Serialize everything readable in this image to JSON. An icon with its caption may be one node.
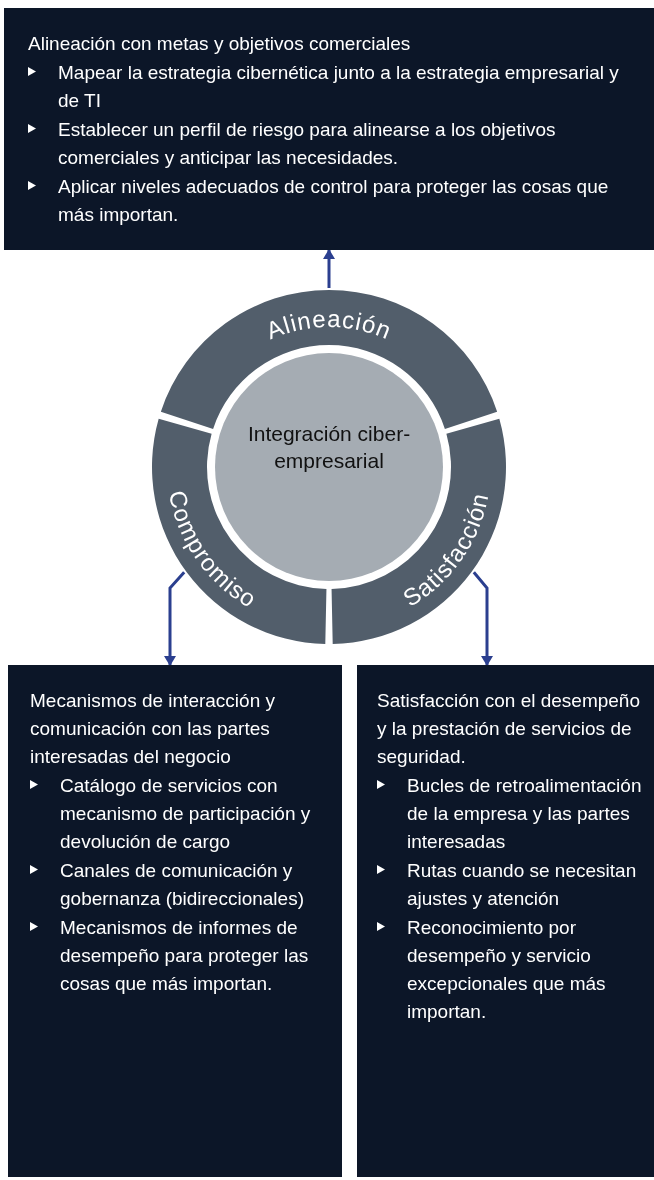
{
  "diagram": {
    "nodes": [
      {
        "text": [
          "Alineación con metas y objetivos comerciales",
          "Mapear la estrategia cibernética junto a la estrategia empresarial y de TI",
          "Establecer un perfil de riesgo para alinearse a los objetivos comerciales y anticipar las necesidades.",
          "Aplicar niveles adecuados de control para proteger las cosas que más importan."
        ]
      },
      {
        "text": [
          "Alineación"
        ]
      },
      {
        "text": [
          "Compromiso"
        ]
      },
      {
        "text": [
          "Satisfacción"
        ]
      },
      {
        "text": [
          "Integración ciber-empresarial"
        ]
      },
      {
        "text": [
          "Mecanismos de interacción y comunicación con las partes interesadas del negocio",
          "Catálogo de servicios con mecanismo de participación y devolución de cargo",
          "Canales de comunicación y gobernanza (bidireccionales)",
          "Mecanismos de informes de desempeño para proteger las cosas que más importan."
        ]
      },
      {
        "text": [
          "Satisfacción con el desempeño y la prestación de servicios de seguridad.",
          "Bucles de retroalimentación de la empresa y las partes interesadas",
          "Rutas cuando se necesitan ajustes y atención",
          "Reconocimiento por desempeño y servicio excepcionales que más importan."
        ]
      }
    ],
    "edges": [
      {
        "from": 1,
        "to": 0,
        "arrow": "to"
      },
      {
        "from": 2,
        "to": 5,
        "arrow": "to"
      },
      {
        "from": 3,
        "to": 6,
        "arrow": "to"
      }
    ]
  }
}
